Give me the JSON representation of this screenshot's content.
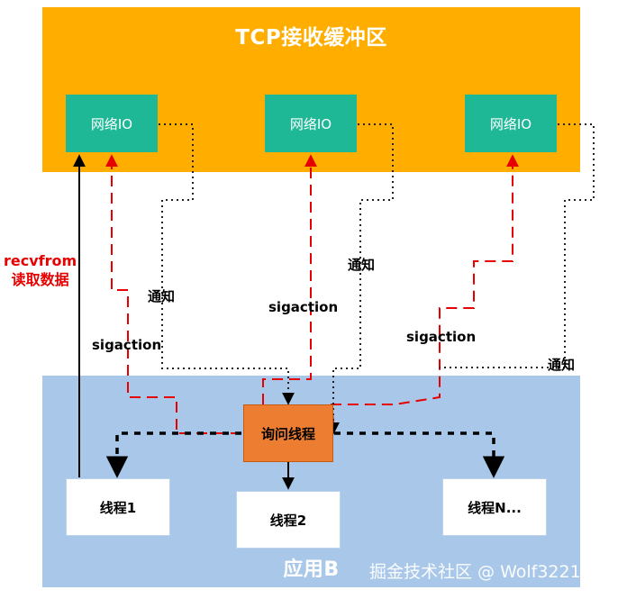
{
  "tcp_buffer": {
    "title": "TCP接收缓冲区",
    "color": "#ffae00"
  },
  "network_io": {
    "color": "#1eb897",
    "boxes": [
      {
        "label": "网络IO"
      },
      {
        "label": "网络IO"
      },
      {
        "label": "网络IO"
      }
    ]
  },
  "application": {
    "title": "应用B",
    "color": "#a9c8e9",
    "poll_thread": {
      "label": "询问线程",
      "color": "#ed7d31"
    },
    "threads": [
      {
        "label": "线程1"
      },
      {
        "label": "线程2"
      },
      {
        "label": "线程N..."
      }
    ]
  },
  "annotations": {
    "recvfrom_line1": "recvfrom",
    "recvfrom_line2": "读取数据",
    "notify_1": "通知",
    "notify_2": "通知",
    "notify_3": "通知",
    "sigaction_1": "sigaction",
    "sigaction_2": "sigaction",
    "sigaction_3": "sigaction"
  },
  "line_colors": {
    "sigaction": "#e60000",
    "notify": "#222222",
    "recvfrom": "#000000"
  },
  "watermark": "掘金技术社区 @ Wolf3221"
}
